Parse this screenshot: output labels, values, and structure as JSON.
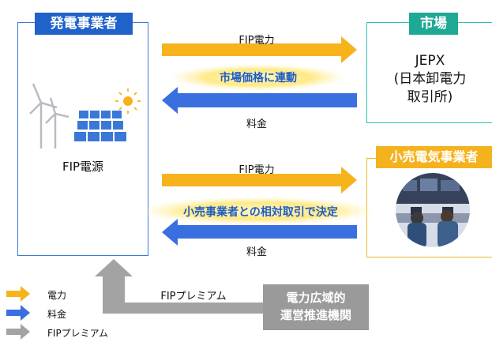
{
  "generator": {
    "title": "発電事業者",
    "label": "FIP電源"
  },
  "market": {
    "title": "市場",
    "name_line1": "JEPX",
    "name_line2": "(日本卸電力",
    "name_line3": "取引所)"
  },
  "retailer": {
    "title": "小売電気事業者"
  },
  "flows": {
    "market_power": "FIP電力",
    "market_price": "市場価格に連動",
    "market_fee": "料金",
    "retail_power": "FIP電力",
    "retail_price": "小売事業者との相対取引で決定",
    "retail_fee": "料金",
    "premium": "FIPプレミアム"
  },
  "occto": {
    "line1": "電力広域的",
    "line2": "運営推進機関"
  },
  "legend": [
    {
      "label": "電力",
      "color": "#f5b21f"
    },
    {
      "label": "料金",
      "color": "#3a6fe0"
    },
    {
      "label": "FIPプレミアム",
      "color": "#9a9a9a"
    }
  ],
  "colors": {
    "power": "#f5b21f",
    "fee": "#3a6fe0",
    "premium": "#9a9a9a",
    "accent": "#1f62c9"
  }
}
